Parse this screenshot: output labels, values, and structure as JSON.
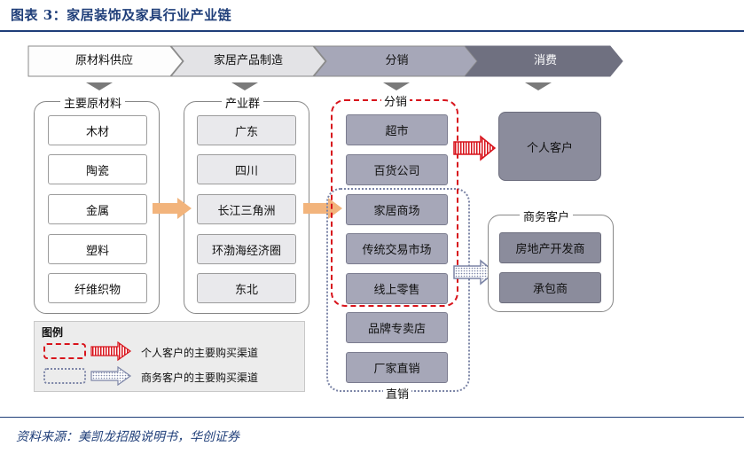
{
  "title": "图表 3：家居装饰及家具行业产业链",
  "stages": [
    "原材料供应",
    "家居产品制造",
    "分销",
    "消费"
  ],
  "raw_materials": {
    "label": "主要原材料",
    "items": [
      "木材",
      "陶瓷",
      "金属",
      "塑料",
      "纤维织物"
    ]
  },
  "clusters": {
    "label": "产业群",
    "items": [
      "广东",
      "四川",
      "长江三角洲",
      "环渤海经济圈",
      "东北"
    ]
  },
  "distribution": {
    "label": "分销",
    "items": [
      "超市",
      "百货公司",
      "家居商场",
      "传统交易市场",
      "线上零售"
    ],
    "direct_label": "直销",
    "direct_items": [
      "品牌专卖店",
      "厂家直销"
    ]
  },
  "consumers": {
    "individual": "个人客户",
    "business_label": "商务客户",
    "business_items": [
      "房地产开发商",
      "承包商"
    ]
  },
  "legend": {
    "title": "图例",
    "individual_channel": "个人客户的主要购买渠道",
    "business_channel": "商务客户的主要购买渠道"
  },
  "source": "资料来源：美凯龙招股说明书，华创证券",
  "colors": {
    "individual_channel": "#d8141c",
    "business_channel": "#7b84a6",
    "flow_arrow": "#f2b47c"
  }
}
